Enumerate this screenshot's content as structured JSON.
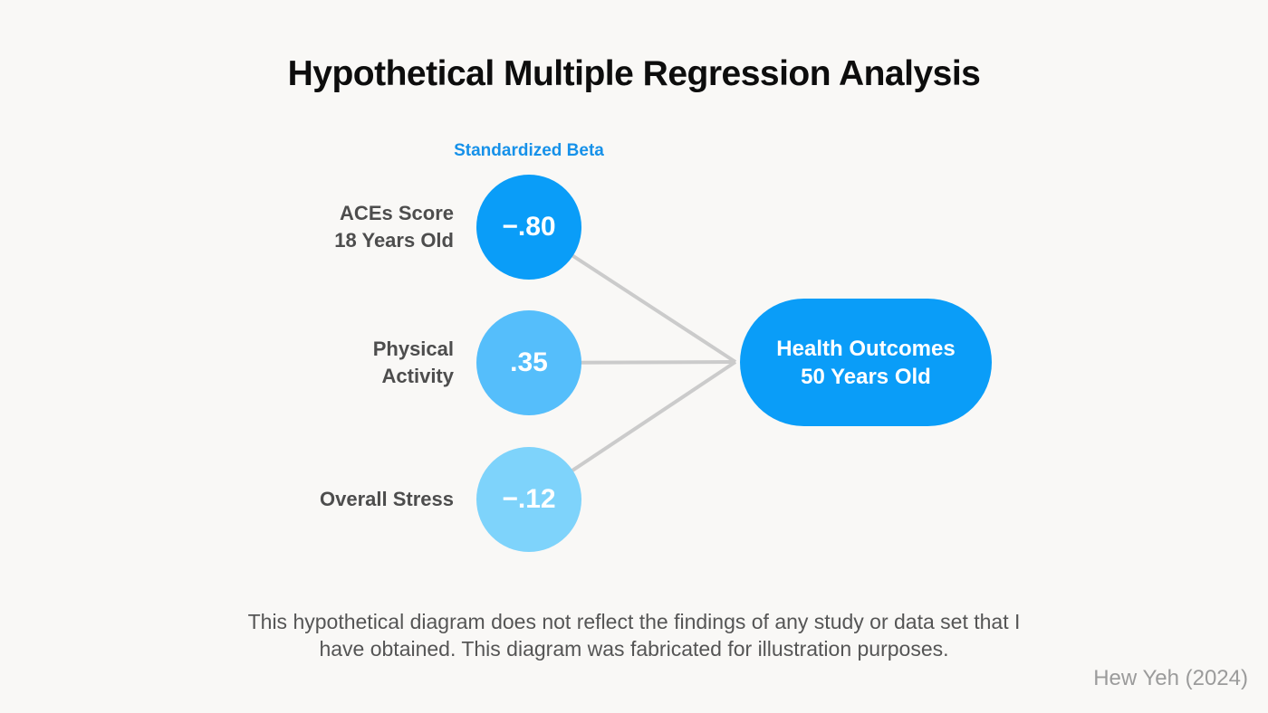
{
  "title": "Hypothetical Multiple Regression Analysis",
  "diagram": {
    "beta_label": "Standardized Beta",
    "predictors": [
      {
        "label_line1": "ACEs Score",
        "label_line2": "18 Years Old",
        "beta": "−.80",
        "color": "#0A9DF8"
      },
      {
        "label_line1": "Physical",
        "label_line2": "Activity",
        "beta": ".35",
        "color": "#55BEFB"
      },
      {
        "label_line1": "Overall Stress",
        "label_line2": "",
        "beta": "−.12",
        "color": "#7ED3FB"
      }
    ],
    "outcome": {
      "label_line1": "Health Outcomes",
      "label_line2": "50 Years Old",
      "color": "#0A9DF8"
    }
  },
  "footer": {
    "disclaimer_line1": "This hypothetical diagram does not reflect the findings of any study or data set that I",
    "disclaimer_line2": "have obtained. This diagram was fabricated for illustration purposes.",
    "attribution": "Hew Yeh (2024)"
  },
  "colors": {
    "background": "#F9F8F6",
    "title_text": "#0D0D0D",
    "beta_label": "#1691E9",
    "predictor_label": "#4D4D4D",
    "connector_line": "#CBCBCB",
    "disclaimer_text": "#555555",
    "attribution_text": "#9B9B9B",
    "node_text": "#FFFFFF"
  }
}
